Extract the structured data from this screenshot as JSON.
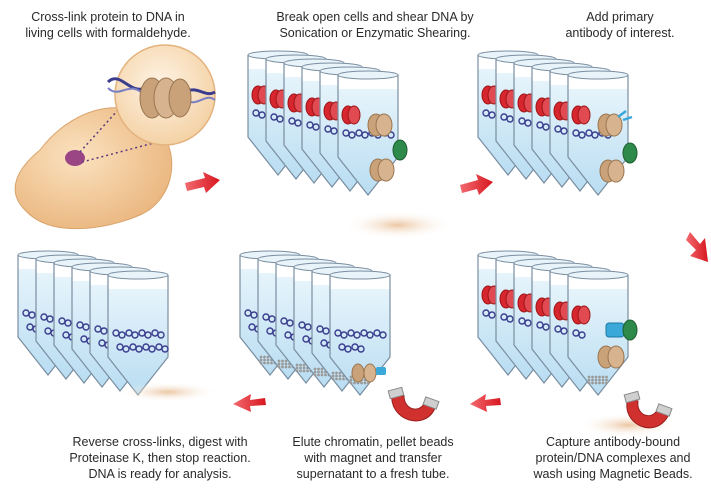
{
  "steps": [
    {
      "lines": [
        "Cross-link protein to DNA in",
        "living cells with formaldehyde."
      ]
    },
    {
      "lines": [
        "Break open cells and shear DNA by",
        "Sonication or Enzymatic Shearing."
      ]
    },
    {
      "lines": [
        "Add primary",
        "antibody of interest."
      ]
    },
    {
      "lines": [
        "Capture antibody-bound",
        "protein/DNA complexes and",
        "wash using Magnetic Beads."
      ]
    },
    {
      "lines": [
        "Elute chromatin, pellet beads",
        "with magnet and transfer",
        "supernatant to a fresh tube."
      ]
    },
    {
      "lines": [
        "Reverse cross-links, digest with",
        "Proteinase K, then stop reaction.",
        "DNA is ready for analysis."
      ]
    }
  ],
  "colors": {
    "arrow": "#e0232c",
    "cell": "#f0c99a",
    "nucleus": "#8a2a7a",
    "tube_liquid": "#cfe8f6",
    "histone": "#c9a27a",
    "protein_red": "#d8262e",
    "protein_green": "#2e8a4a",
    "antibody": "#3aa8d8",
    "dna": "#3a3c8e",
    "magnet": "#d0312e"
  }
}
